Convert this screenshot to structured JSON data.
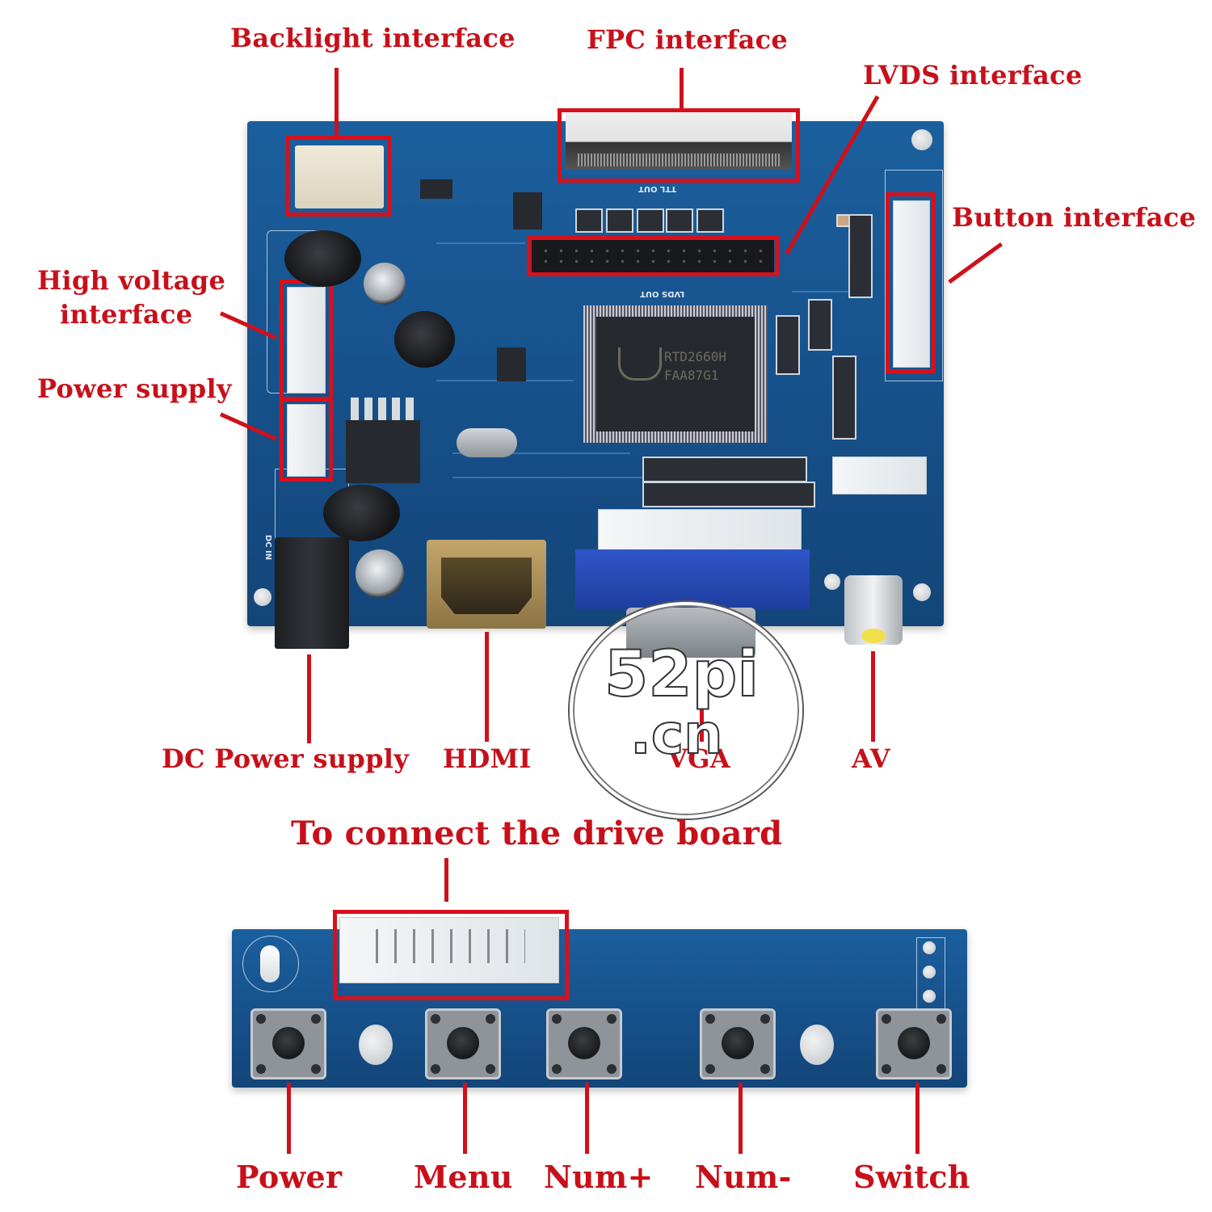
{
  "main_board": {
    "labels": {
      "backlight": "Backlight interface",
      "fpc": "FPC interface",
      "lvds": "LVDS interface",
      "button": "Button interface",
      "high_voltage_line1": "High voltage",
      "high_voltage_line2": "interface",
      "power_supply": "Power supply",
      "dc_power": "DC Power supply",
      "hdmi": "HDMI",
      "vga": "VGA",
      "av": "AV"
    },
    "silkscreen": {
      "ttl_out": "TTL OUT",
      "lvds_out": "LVDS OUT",
      "dc_in": "DC IN"
    },
    "chip": {
      "line1": "RTD2660H",
      "line2": "FAA87G1"
    }
  },
  "key_board": {
    "connector_label": "To connect the drive board",
    "buttons": [
      {
        "label": "Power"
      },
      {
        "label": "Menu"
      },
      {
        "label": "Num+"
      },
      {
        "label": "Num-"
      },
      {
        "label": "Switch"
      }
    ]
  },
  "watermark": {
    "line1": "52pi",
    "line2": ".cn"
  },
  "colors": {
    "annotation": "#c8101a",
    "pcb": "#1b5f9e"
  }
}
